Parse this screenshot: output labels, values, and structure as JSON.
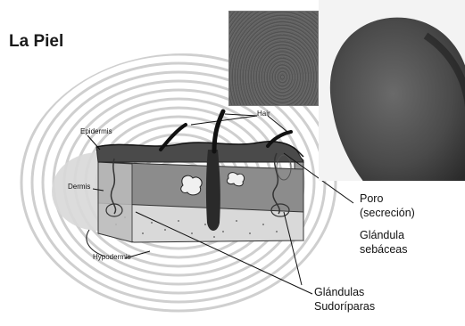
{
  "title": "La Piel",
  "labels": {
    "epidermis": "Epidermis",
    "dermis": "Dermis",
    "hypodermis": "Hypodermis",
    "hair": "Hair",
    "poro_line1": "Poro",
    "poro_line2": "(secreción)",
    "glandula_line1": "Glándula",
    "glandula_line2": "sebáceas",
    "sudoriparas_line1": "Glándulas",
    "sudoriparas_line2": "Sudoríparas"
  }
}
